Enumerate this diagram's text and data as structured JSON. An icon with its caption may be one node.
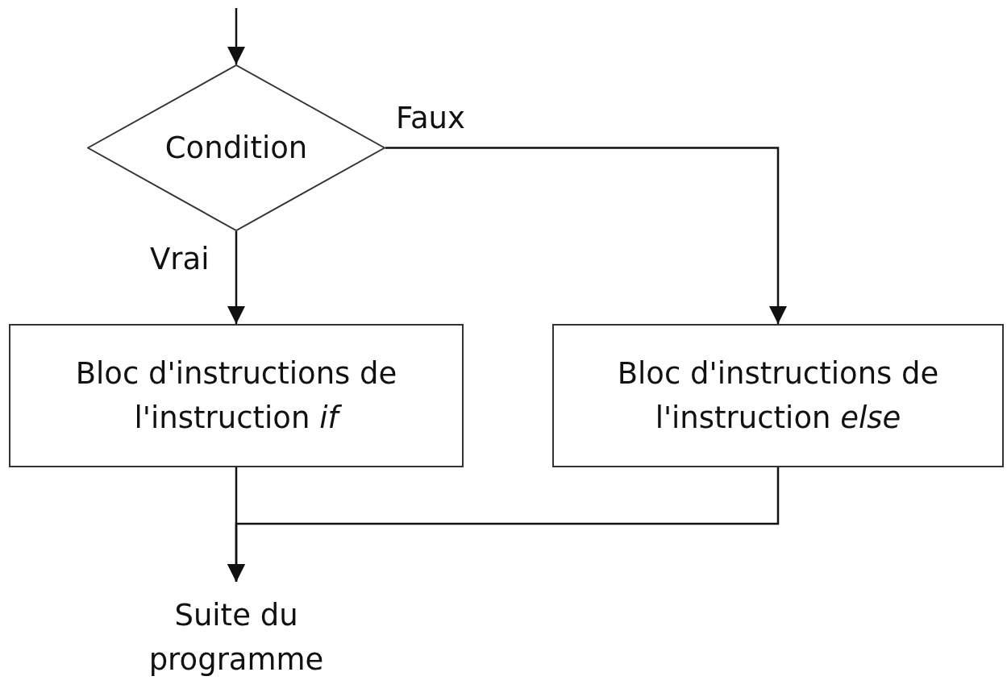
{
  "diagram": {
    "nodes": [
      {
        "text": [
          "Condition"
        ]
      },
      {
        "text": [
          "Bloc d'instructions de l'instruction *if*"
        ]
      },
      {
        "text": [
          "Bloc d'instructions de l'instruction *else*"
        ]
      },
      {
        "text": [
          "Suite du programme"
        ]
      }
    ],
    "edges": [
      {
        "from": null,
        "to": 0,
        "arrow": "to"
      },
      {
        "from": 0,
        "to": 1,
        "arrow": "to",
        "label": "Vrai"
      },
      {
        "from": 0,
        "to": 2,
        "arrow": "to",
        "label": "Faux"
      },
      {
        "from": 1,
        "to": 3,
        "arrow": "to"
      },
      {
        "from": 2,
        "to": 3,
        "arrow": "to"
      }
    ]
  }
}
